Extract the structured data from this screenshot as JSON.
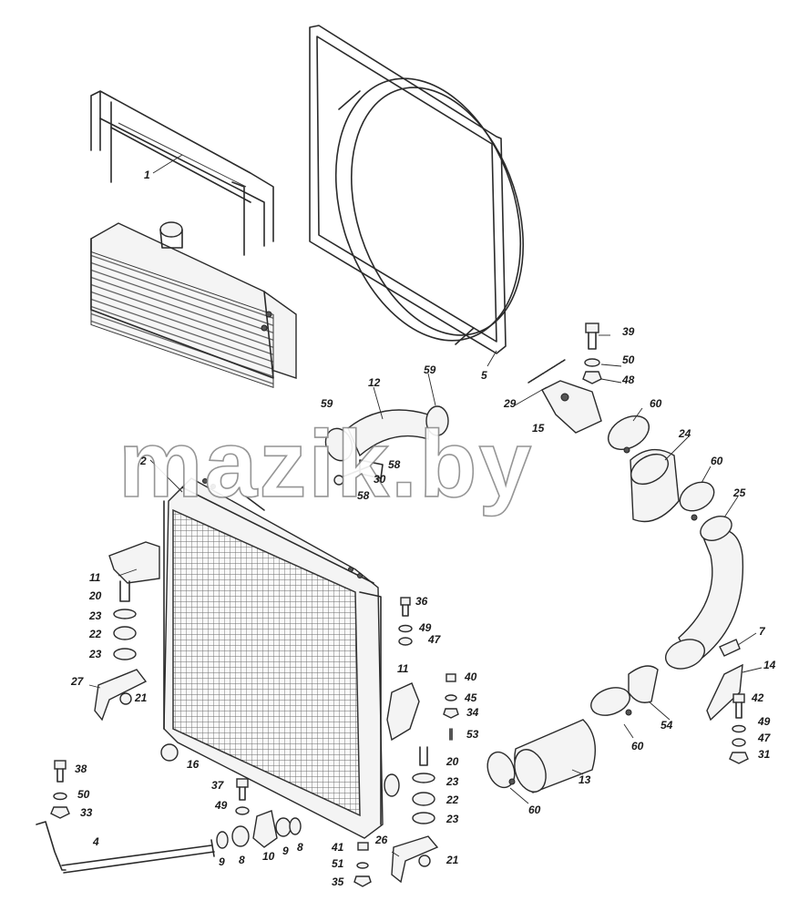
{
  "watermark": "mazik.by",
  "callouts": [
    {
      "id": "c1",
      "text": "1"
    },
    {
      "id": "c2",
      "text": "2"
    },
    {
      "id": "c5",
      "text": "5"
    },
    {
      "id": "c12",
      "text": "12"
    },
    {
      "id": "c59a",
      "text": "59"
    },
    {
      "id": "c59b",
      "text": "59"
    },
    {
      "id": "c58a",
      "text": "58"
    },
    {
      "id": "c30",
      "text": "30"
    },
    {
      "id": "c58b",
      "text": "58"
    },
    {
      "id": "c39",
      "text": "39"
    },
    {
      "id": "c50a",
      "text": "50"
    },
    {
      "id": "c48",
      "text": "48"
    },
    {
      "id": "c29",
      "text": "29"
    },
    {
      "id": "c15",
      "text": "15"
    },
    {
      "id": "c60a",
      "text": "60"
    },
    {
      "id": "c24",
      "text": "24"
    },
    {
      "id": "c60b",
      "text": "60"
    },
    {
      "id": "c25",
      "text": "25"
    },
    {
      "id": "c7",
      "text": "7"
    },
    {
      "id": "c14",
      "text": "14"
    },
    {
      "id": "c11a",
      "text": "11"
    },
    {
      "id": "c20a",
      "text": "20"
    },
    {
      "id": "c23a",
      "text": "23"
    },
    {
      "id": "c22a",
      "text": "22"
    },
    {
      "id": "c23b",
      "text": "23"
    },
    {
      "id": "c27",
      "text": "27"
    },
    {
      "id": "c21a",
      "text": "21"
    },
    {
      "id": "c36",
      "text": "36"
    },
    {
      "id": "c49a",
      "text": "49"
    },
    {
      "id": "c47a",
      "text": "47"
    },
    {
      "id": "c11b",
      "text": "11"
    },
    {
      "id": "c40",
      "text": "40"
    },
    {
      "id": "c45",
      "text": "45"
    },
    {
      "id": "c34",
      "text": "34"
    },
    {
      "id": "c53",
      "text": "53"
    },
    {
      "id": "c20b",
      "text": "20"
    },
    {
      "id": "c23c",
      "text": "23"
    },
    {
      "id": "c22b",
      "text": "22"
    },
    {
      "id": "c23d",
      "text": "23"
    },
    {
      "id": "c16",
      "text": "16"
    },
    {
      "id": "c54",
      "text": "54"
    },
    {
      "id": "c60c",
      "text": "60"
    },
    {
      "id": "c13",
      "text": "13"
    },
    {
      "id": "c60d",
      "text": "60"
    },
    {
      "id": "c42",
      "text": "42"
    },
    {
      "id": "c49b",
      "text": "49"
    },
    {
      "id": "c47b",
      "text": "47"
    },
    {
      "id": "c31",
      "text": "31"
    },
    {
      "id": "c38",
      "text": "38"
    },
    {
      "id": "c50b",
      "text": "50"
    },
    {
      "id": "c33",
      "text": "33"
    },
    {
      "id": "c4",
      "text": "4"
    },
    {
      "id": "c37",
      "text": "37"
    },
    {
      "id": "c49c",
      "text": "49"
    },
    {
      "id": "c9a",
      "text": "9"
    },
    {
      "id": "c8a",
      "text": "8"
    },
    {
      "id": "c10",
      "text": "10"
    },
    {
      "id": "c9b",
      "text": "9"
    },
    {
      "id": "c8b",
      "text": "8"
    },
    {
      "id": "c41",
      "text": "41"
    },
    {
      "id": "c51",
      "text": "51"
    },
    {
      "id": "c35",
      "text": "35"
    },
    {
      "id": "c26",
      "text": "26"
    },
    {
      "id": "c21b",
      "text": "21"
    }
  ]
}
